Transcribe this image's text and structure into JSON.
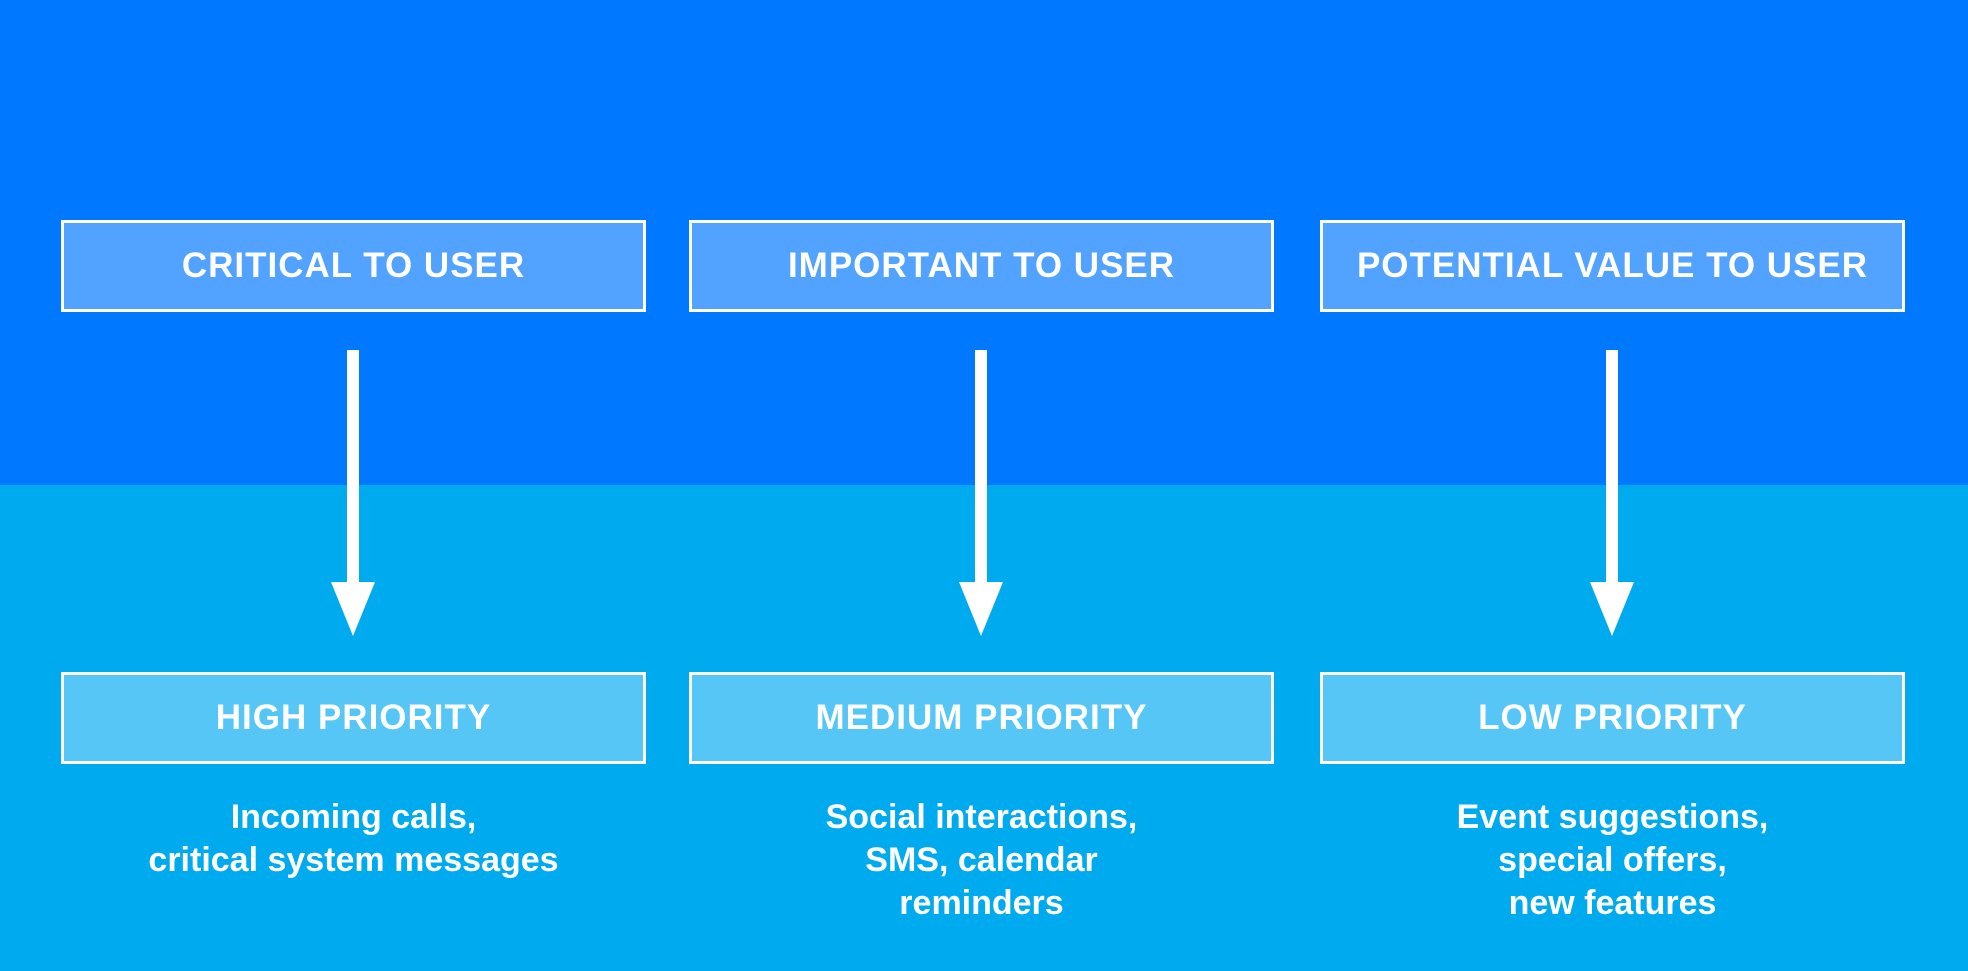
{
  "colors": {
    "top_band": "#0078FF",
    "bottom_band": "#00AAEE",
    "top_box_fill": "#52A2FF",
    "bottom_box_fill": "#55C6F5",
    "stroke": "#FFFFFF"
  },
  "columns": [
    {
      "category": "CRITICAL TO USER",
      "priority": "HIGH PRIORITY",
      "examples": [
        "Incoming calls,",
        "critical system messages"
      ]
    },
    {
      "category": "IMPORTANT TO USER",
      "priority": "MEDIUM PRIORITY",
      "examples": [
        "Social interactions,",
        "SMS, calendar",
        "reminders"
      ]
    },
    {
      "category": "POTENTIAL VALUE TO USER",
      "priority": "LOW PRIORITY",
      "examples": [
        "Event suggestions,",
        "special offers,",
        "new features"
      ]
    }
  ]
}
